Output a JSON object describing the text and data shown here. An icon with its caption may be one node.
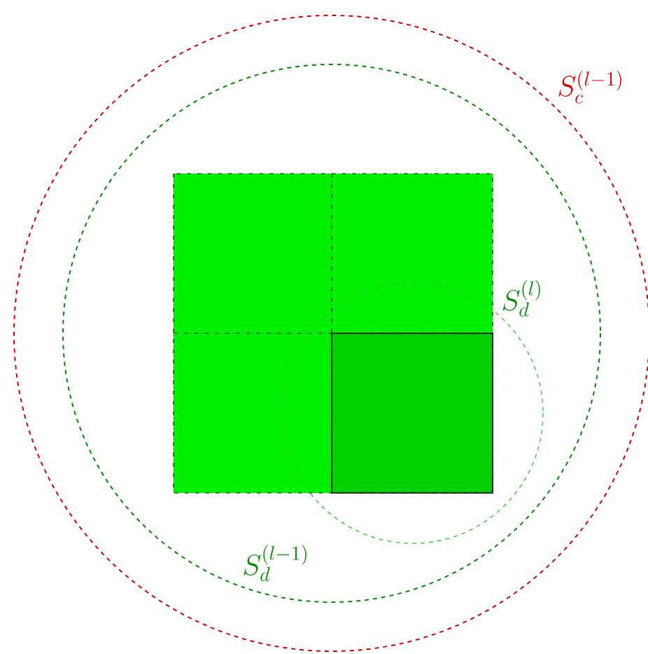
{
  "diagram": {
    "labels": [
      "S_c^{(l-1)}",
      "S_d^{(l)}",
      "S_d^{(l-1)}"
    ]
  }
}
